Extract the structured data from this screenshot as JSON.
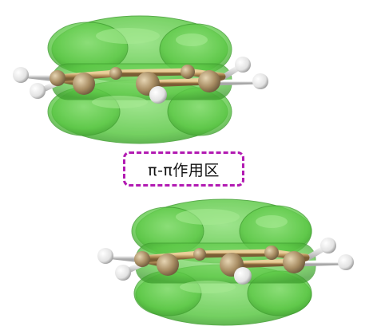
{
  "label": {
    "text": "π-π作用区"
  },
  "colors": {
    "surface": "#5fd04a",
    "surface_dark": "#3fa830",
    "bond": "#c8a060",
    "carbon": "#a08a66",
    "hydrogen": "#f2f2f2",
    "border": "#b21ab2"
  },
  "molecules": [
    {
      "name": "benzene-top"
    },
    {
      "name": "benzene-bottom"
    }
  ]
}
